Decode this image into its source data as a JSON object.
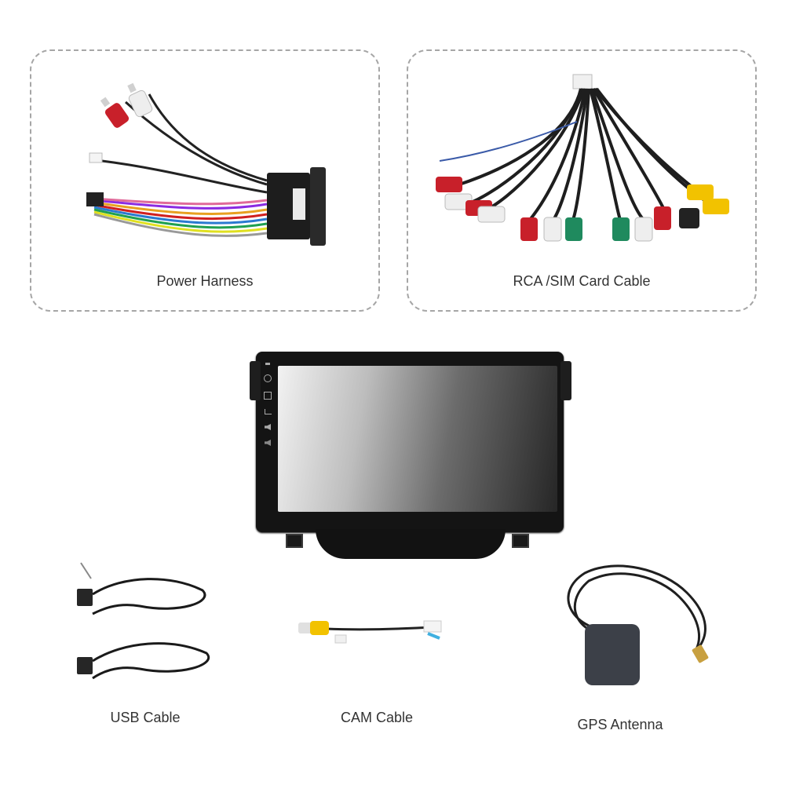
{
  "items": [
    {
      "label": "Power Harness"
    },
    {
      "label": "RCA /SIM Card Cable"
    },
    {
      "label": "USB Cable"
    },
    {
      "label": "CAM Cable"
    },
    {
      "label": "GPS Antenna"
    }
  ],
  "device": {
    "side_buttons": [
      "mic",
      "power",
      "home",
      "back",
      "volume-up",
      "volume-down"
    ]
  },
  "colors": {
    "panel_border": "#a6a6a6",
    "caption_text": "#333333",
    "rca_red": "#c8202a",
    "rca_white": "#eeeeee",
    "rca_yellow": "#f2c200",
    "rca_green": "#1f8a5e",
    "screen_bezel": "#141414"
  }
}
